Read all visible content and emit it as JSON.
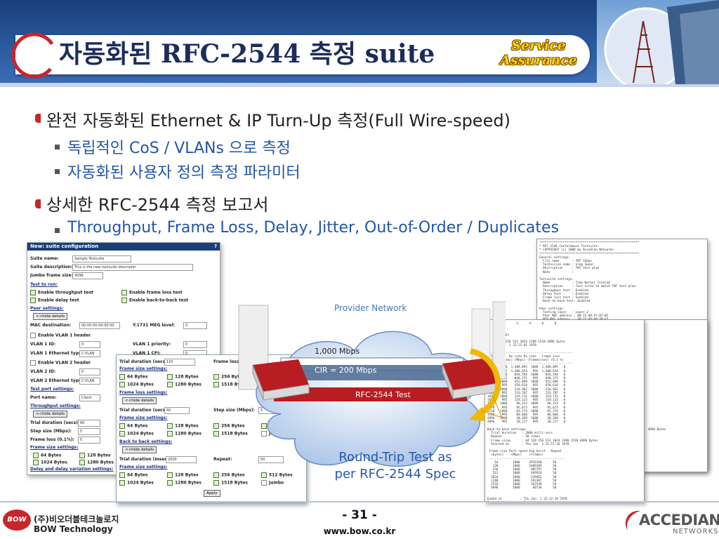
{
  "slide": {
    "title": "자동화된 RFC-2544 측정 suite",
    "badge_line1": "Service",
    "badge_line2": "Assurance",
    "bullets": [
      {
        "text": "완전 자동화된 Ethernet & IP Turn-Up 측정(Full Wire-speed)",
        "sub": [
          "독립적인 CoS / VLANs 으로 측정",
          "자동화된 사용자 정의 측정 파라미터"
        ]
      },
      {
        "text": "상세한 RFC-2544 측정 보고서",
        "sub": [
          "Throughput, Frame Loss, Delay, Jitter, Out-of-Order / Duplicates"
        ]
      }
    ]
  },
  "form_left": {
    "title": "New: suite configuration",
    "help": "?",
    "suite_name_label": "Suite name:",
    "suite_name": "Sample Testsuite",
    "suite_desc_label": "Suite description:",
    "suite_desc": "This is the new testsuite descriptor",
    "jumbo_label": "Jumbo frame size:",
    "jumbo": "4096",
    "test_to_run": "Test to run:",
    "enable_throughput": "Enable throughput test",
    "enable_frame_loss": "Enable frame loss test",
    "enable_delay": "Enable delay test",
    "enable_b2b": "Enable back-to-back test",
    "peer_settings": "Peer settings:",
    "hide_details": "<<hide details",
    "mac_label": "MAC destination:",
    "mac": "00:00:00:00:00:00",
    "meg_label": "Y.1731 MEG level:",
    "meg": "0",
    "vlan1_header": "Enable VLAN 1 header",
    "vlan1_id_label": "VLAN 1 ID:",
    "vlan1_id": "0",
    "vlan1_prio_label": "VLAN 1 priority:",
    "vlan1_prio": "0",
    "vlan1_eth_label": "VLAN 1 Ethernet type:",
    "vlan1_eth": "C-VLAN",
    "vlan1_cfi_label": "VLAN 1 CFI:",
    "vlan1_cfi": "0",
    "vlan2_header": "Enable VLAN 2 header",
    "vlan2_id_label": "VLAN 2 ID:",
    "vlan2_id": "0",
    "vlan2_eth_label": "VLAN 2 Ethernet type:",
    "vlan2_eth": "C-VLAN",
    "test_port": "Test port settings:",
    "port_label": "Port name:",
    "port": "Client",
    "throughput_settings": "Throughput settings:",
    "trial_label": "Trial duration (secs):",
    "trial": "60",
    "step_label": "Step size (Mbps):",
    "step": "5",
    "frame_loss_label": "Frame loss (0.1%):",
    "frame_loss": "0",
    "frame_size_settings": "Frame size settings:",
    "fs64": "64 Bytes",
    "fs128": "128 Bytes",
    "fs1024": "1024 Bytes",
    "fs1280": "1280 Bytes",
    "delay_jitter": "Delay and delay variation settings:"
  },
  "form_mid": {
    "trial_label": "Trial duration (secs):",
    "trial": "120",
    "frame_loss_short": "Frame loss (0",
    "frame_size_settings": "Frame size settings:",
    "fs64": "64 Bytes",
    "fs128": "128 Bytes",
    "fs256": "256 Bytes",
    "fs1024": "1024 Bytes",
    "fs1280": "1280 Bytes",
    "fs1518": "1518 Bytes",
    "fs512": "512 Bytes",
    "jumbo": "Jumbo",
    "frame_loss_settings": "Frame loss settings:",
    "hide_details": "<<hide details",
    "trial2": "60",
    "step_label": "Step size (Mbps):",
    "step": "5",
    "b2b_settings": "Back to back settings:",
    "trial_msec_label": "Trial duration (msecs):",
    "trial_msec": "2000",
    "repeat_label": "Repeat:",
    "repeat": "50",
    "apply": "Apply"
  },
  "diagram": {
    "provider": "Provider Network",
    "mbps1000": "1,000 Mbps",
    "cir": "CIR = 200 Mbps",
    "rfc_test": "RFC-2544 Test",
    "caption_line1": "Round-Trip Test as",
    "caption_line2": "per RFC-2544 Spec"
  },
  "report_back": {
    "text": "*******************************************************\n* RFC-2544 Conformance Testsuite.\n* COPYRIGHT (c) 2008 by Accedian Networks\n*******************************************************\nGeneral settings:\n  File name       : TWT 1Gbps\n  Technician name : Greg Spear\n  Description     : TWT test plan\n  Note            : \n\nTestsuite settings:\n  Name            : Time Warner Telecom\n  Description     : Test suite to match TWT test plan\n  Throughput test : Enabled\n  Delay test      : Enabled\n  Frame loss test : Enabled\n  Back-to-back test: Enabled\n\nPeer settings:\n  Testing layer   : Layer 2\n  Peer MAC address : 00:15:AD:FF:B7:BF\n  NID MAC address  : 00:15:AD:00:3B:67\n"
  },
  "report_front": {
    "text": "   0     2      3      4      0      0\n\n : 60 secs\n : 1000 Mbps\n : 5 Mbps\n : 64 128 256 512 1024 1280 1518 4096 Bytes\n : Thu Jan  1 22:25:05 1970\n\n ----------------------------------------------\n  Tx rate   Rx rate Rx rate   Frame loss\n  (Frames/sec) (Mbps) (Frames/sec) (0.1 %)\n ----------------------------------------------\n  64   1000  1,488,095  1000  1,488,095   0\n  64    995  1,480,654   995  1,480,654   0\n 128   1000    844,594  1000    844,594   0\n 128    995    840,371   995    840,371   0\n 256   1000    452,898  1000    452,898   0\n 256    995    450,634   995    450,634   0\n 512   1000    234,962  1000    234,962   0\n 512    995    233,787   995    233,787   0\n1024   1000    119,731  1000    119,731   0\n1024    995    119,133   995    119,133   0\n1280   1000     96,153  1000     96,153   0\n1280    995     95,673   995     95,673   0\n1518   1000     81,274  1000     81,274   0\n1518    995     80,868   995     80,868   0\n4096   1000     30,369  1000     30,369   0\n4096    995     30,217   995     30,217   0\n\nBack-to-back settings:\n  Trial duration   : 2000 milli-secs\n  Repeat           : 50 times\n  Frame sizes      : 64 128 256 512 1024 1280 1518 4096 Bytes\n  Started at       : Thu Jan  1 21:57:18 1970\n\n Frame size Port speed Avg burst   Repeat\n  (bytes)    (Mbps)    (frames)\n ------------------------------------------\n    64        1000     2976190      50\n   128        1000     1689189      50\n   256        1000      905797      50\n   512        1000      469924      50\n  1024        1000      239462      50\n  1280        1000      192307      50\n  1518        1000      162548      50\n  4096        1000       60738      50\n\n\nEnded at          : Thu Jan  1 22:12:19 1970\nTestsuite status  : Completed\n"
  },
  "report_side": {
    "text": "\n\n\n\n\n\n\n\n\n\n\n\n\n\n\n\n\n\n\n\n\n\n\n\n\n\n\n\n\n 4096 Bytes\n\n\n\n\n\n\n\n\n\n\n\n\n\n\n\n\n\n\n\n\n\n\n\n\n\n 4096 Bytes\n\n\n\nn Dv  Avg.Dv   Max Dv\nsec)  (usec)   (usec)\n------------------------\n   0     0        0\n   0     0        0\n   0     0        0\n   0     0        0\n   0     0        0\n   0     0        0\n   0     0        0\n   0     0        0\n"
  },
  "footer": {
    "company_kr": "(주)비오더블테크놀로지",
    "company_en": "BOW Technology",
    "bow_logo": "BOW",
    "page": "- 31 -",
    "url": "www.bow.co.kr",
    "accedian": "ACCEDIAN",
    "networks": "NETWORKS"
  },
  "colors": {
    "header": "#1a3e7a",
    "title": "#1c2d5c",
    "accent_red": "#c8262a",
    "sub_blue": "#2255a8"
  }
}
